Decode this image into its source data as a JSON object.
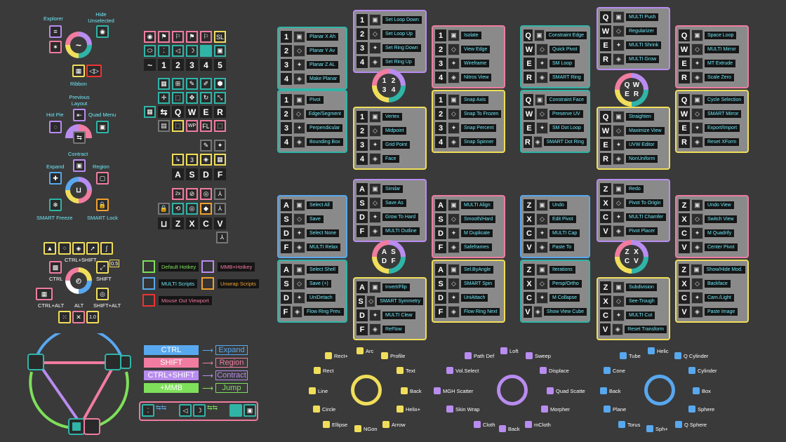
{
  "left": {
    "explorer": "Explorer",
    "hide_unselected": "Hide Unselected",
    "ribbon": "Ribbon",
    "previous_layout": "Previous Layout",
    "hot_pie": "Hot Pie",
    "quad_menu": "Quad Menu",
    "contract": "Contract",
    "expand": "Expand",
    "region": "Region",
    "smart_freeze": "SMART Freeze",
    "smart_lock": "SMART Lock",
    "ctrl_shift": "CTRL+SHIFT",
    "ctrl": "CTRL",
    "shift": "SHIFT",
    "ctrl_alt": "CTRL+ALT",
    "alt": "ALT",
    "shift_alt": "SHIFT+ALT",
    "tilde": "~"
  },
  "grid_keys": {
    "row1": [
      "~",
      "1",
      "2",
      "3",
      "4",
      "5"
    ],
    "row2": [
      "Q",
      "W",
      "E",
      "R"
    ],
    "row3": [
      "A",
      "S",
      "D",
      "F"
    ],
    "row4": [
      "Z",
      "X",
      "C",
      "V"
    ]
  },
  "legend": {
    "default_hotkey": "Default Hotkey",
    "mmb_hotkey": "MMB+Hotkey",
    "multi_scripts": "MULTI Scripts",
    "unwrap_scripts": "Unwrap Scripts",
    "mouse_out": "Mouse Out Viewport"
  },
  "modifiers": {
    "ctrl": "CTRL",
    "expand": "Expand",
    "shift": "SHIFT",
    "region": "Region",
    "ctrl_shift": "CTRL+SHIFT",
    "contract": "Contract",
    "mmb": "+MMB",
    "jump": "Jump"
  },
  "pie_centers": {
    "p1234": [
      "1",
      "2",
      "3",
      "4"
    ],
    "qwer1": [
      "Q",
      "W",
      "E",
      "R"
    ],
    "asdf": [
      "A",
      "S",
      "D",
      "F"
    ],
    "zxcv": [
      "Z",
      "X",
      "C",
      "V"
    ]
  },
  "panels": {
    "planar": [
      [
        "1",
        "Planar X Ah"
      ],
      [
        "2",
        "Planar Y Av"
      ],
      [
        "3",
        "Planar Z AL"
      ],
      [
        "4",
        "Make Planar"
      ]
    ],
    "loops": [
      [
        "1",
        "Set Loop Down"
      ],
      [
        "2",
        "Set Loop Up"
      ],
      [
        "3",
        "Set Ring Down"
      ],
      [
        "4",
        "Set Ring Up"
      ]
    ],
    "isolate": [
      [
        "1",
        "Isolate"
      ],
      [
        "2",
        "View Edge"
      ],
      [
        "3",
        "Wireframe"
      ],
      [
        "4",
        "Nitros View"
      ]
    ],
    "pivot": [
      [
        "1",
        "Pivot"
      ],
      [
        "2",
        "Edge/Segment"
      ],
      [
        "3",
        "Perpendicular"
      ],
      [
        "4",
        "Bounding Box"
      ]
    ],
    "vertex": [
      [
        "1",
        "Vertex"
      ],
      [
        "2",
        "Midpoint"
      ],
      [
        "3",
        "Grid Point"
      ],
      [
        "4",
        "Face"
      ]
    ],
    "snap": [
      [
        "1",
        "Snap Axis"
      ],
      [
        "2",
        "Snap To Frozen"
      ],
      [
        "3",
        "Snap Percent"
      ],
      [
        "4",
        "Snap Spinner"
      ]
    ],
    "constraint": [
      [
        "Q",
        "Constraint Edge"
      ],
      [
        "W",
        "Quick Pivot"
      ],
      [
        "E",
        "SM Loop"
      ],
      [
        "R",
        "SMART Ring"
      ]
    ],
    "multipush": [
      [
        "Q",
        "MULTI Push"
      ],
      [
        "W",
        "Regularizer"
      ],
      [
        "E",
        "MULTI Shrink"
      ],
      [
        "R",
        "MULTI Grow"
      ]
    ],
    "spaceloop": [
      [
        "Q",
        "Space Loop"
      ],
      [
        "W",
        "MULTI Mirror"
      ],
      [
        "E",
        "MT Extrude"
      ],
      [
        "R",
        "Scale Zero"
      ]
    ],
    "cface": [
      [
        "Q",
        "Constraint Face"
      ],
      [
        "W",
        "Preserve UV"
      ],
      [
        "E",
        "SM Dot Loop"
      ],
      [
        "R",
        "SMART Dot Ring"
      ]
    ],
    "straighten": [
      [
        "Q",
        "Straighten"
      ],
      [
        "W",
        "Maximize View"
      ],
      [
        "E",
        "UVW Editor"
      ],
      [
        "R",
        "NonUniform"
      ]
    ],
    "cycle": [
      [
        "Q",
        "Cycle Selection"
      ],
      [
        "W",
        "SMART Mirror"
      ],
      [
        "E",
        "Export/Import"
      ],
      [
        "R",
        "Reset XForm"
      ]
    ],
    "selectall": [
      [
        "A",
        "Select All"
      ],
      [
        "S",
        "Save"
      ],
      [
        "D",
        "Select None"
      ],
      [
        "F",
        "MULTI Relax"
      ]
    ],
    "similar": [
      [
        "A",
        "Similar"
      ],
      [
        "S",
        "Save As"
      ],
      [
        "D",
        "Grow To Hard"
      ],
      [
        "F",
        "MULTI Outline"
      ]
    ],
    "malign": [
      [
        "A",
        "MULTI Align"
      ],
      [
        "S",
        "Smooth/Hard"
      ],
      [
        "D",
        "M Duplicate"
      ],
      [
        "F",
        "Safeframes"
      ]
    ],
    "undo": [
      [
        "Z",
        "Undo"
      ],
      [
        "X",
        "Edit Pivot"
      ],
      [
        "C",
        "MULTI Cap"
      ],
      [
        "V",
        "Paste To"
      ]
    ],
    "redo": [
      [
        "Z",
        "Redo"
      ],
      [
        "X",
        "Pivot To Origin"
      ],
      [
        "C",
        "MULTI Chamfer"
      ],
      [
        "V",
        "Pivot Placer"
      ]
    ],
    "undoview": [
      [
        "Z",
        "Undo View"
      ],
      [
        "X",
        "Switch View"
      ],
      [
        "C",
        "M Quadrify"
      ],
      [
        "V",
        "Center Pivot"
      ]
    ],
    "selshell": [
      [
        "A",
        "Select Shell"
      ],
      [
        "S",
        "Save (+)"
      ],
      [
        "D",
        "UniDetach"
      ],
      [
        "F",
        "Flow Ring Prev."
      ]
    ],
    "invert": [
      [
        "A",
        "Invert/Flip"
      ],
      [
        "S",
        "SMART Symmetry"
      ],
      [
        "D",
        "MULTI Clear"
      ],
      [
        "F",
        "ReFlow"
      ]
    ],
    "selangle": [
      [
        "A",
        "Sel.ByAngle"
      ],
      [
        "S",
        "SMART Spin"
      ],
      [
        "D",
        "UniAttach"
      ],
      [
        "F",
        "Flow Ring Next"
      ]
    ],
    "iter": [
      [
        "Z",
        "Iterations"
      ],
      [
        "X",
        "Persp/Ortho"
      ],
      [
        "C",
        "M Collapse"
      ],
      [
        "V",
        "Show View Cube"
      ]
    ],
    "subdiv": [
      [
        "Z",
        "Subdivision"
      ],
      [
        "X",
        "See-Trough"
      ],
      [
        "C",
        "MULTI Cut"
      ],
      [
        "V",
        "Reset Transform"
      ]
    ],
    "showhide": [
      [
        "Z",
        "Show/Hide Mod."
      ],
      [
        "X",
        "Backface"
      ],
      [
        "C",
        "Cam./Light"
      ],
      [
        "V",
        "Paste Image"
      ]
    ]
  },
  "bottom": {
    "pie1": [
      "Rect+",
      "Arc",
      "Profile",
      "Rect",
      "Text",
      "Line",
      "Back",
      "Circle",
      "Helix+",
      "Ellipse",
      "NGon",
      "Arrow"
    ],
    "pie2": [
      "Path Def",
      "Loft",
      "Sweep",
      "Vol.Select",
      "Displace",
      "MGH Scatter",
      "Quad Scatte",
      "Skin Wrap",
      "Morpher",
      "Cloth",
      "mCloth",
      "Back"
    ],
    "pie3": [
      "Tube",
      "Helic",
      "Q Cylinder",
      "Cone",
      "Cylinder",
      "Back",
      "Box",
      "Plane",
      "Sphere",
      "Torus",
      "Q Sphere",
      "Sph+"
    ]
  },
  "colors": {
    "teal": "#2fb5a8",
    "purple": "#b98cf0",
    "pink": "#f07ca0",
    "yellow": "#f0de5a",
    "blue": "#58a8ef",
    "green": "#7ee05a",
    "orange": "#f0a030"
  }
}
